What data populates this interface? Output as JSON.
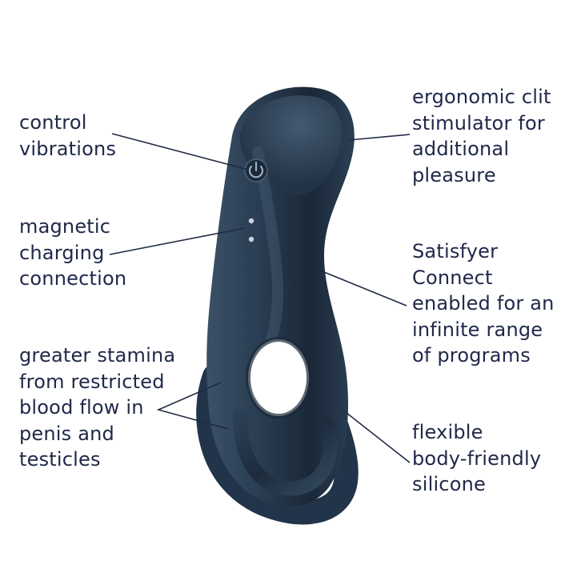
{
  "callouts": {
    "control_vibrations": [
      "control",
      "vibrations"
    ],
    "magnetic_charging": [
      "magnetic",
      "charging",
      "connection"
    ],
    "greater_stamina": [
      "greater stamina",
      "from restricted",
      "blood flow in",
      "penis and",
      "testicles"
    ],
    "clit_stimulator": [
      "ergonomic clit",
      "stimulator for",
      "additional",
      "pleasure"
    ],
    "satisfyer_connect": [
      "Satisfyer",
      "Connect",
      "enabled for an",
      "infinite range",
      "of programs"
    ],
    "flexible_silicone": [
      "flexible",
      "body-friendly",
      "silicone"
    ]
  },
  "colors": {
    "text": "#20294a",
    "product_dark": "#1b2a3c",
    "product_mid": "#2e4257",
    "product_light": "#4a6077",
    "leader_line": "#1f2a44"
  },
  "icons": {
    "power": "power-icon",
    "charging_contacts": "charging-contacts-icon"
  }
}
